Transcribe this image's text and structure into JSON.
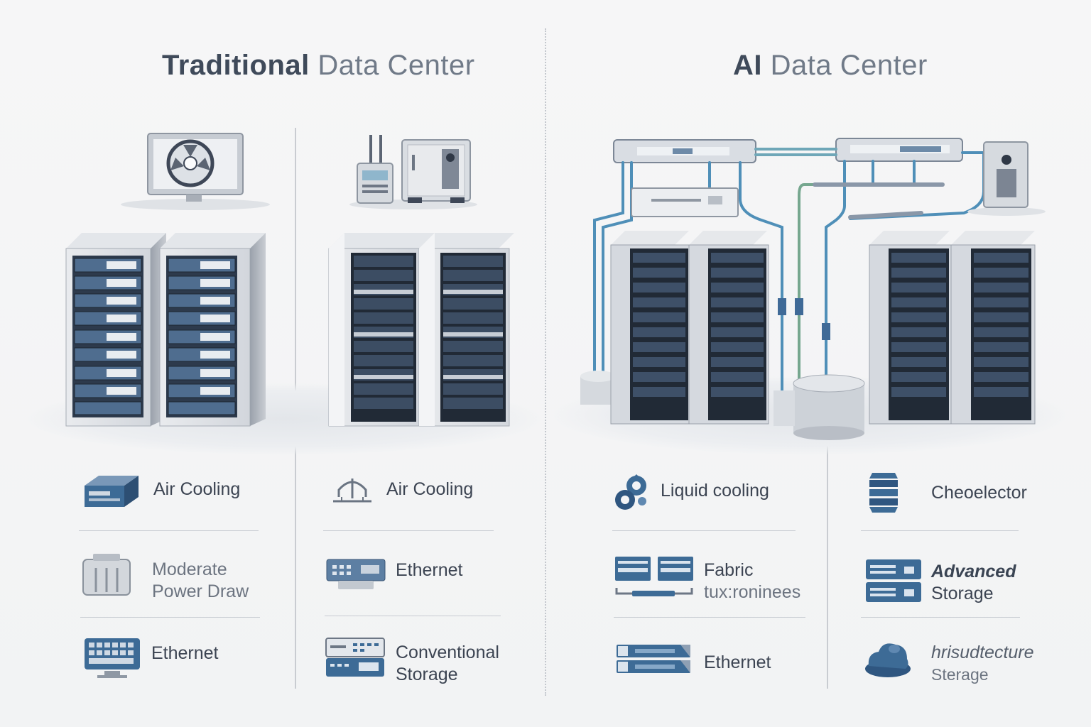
{
  "left_title": {
    "bold": "Traditional",
    "light": "Data Center"
  },
  "right_title": {
    "bold": "AI",
    "light": "Data Center"
  },
  "features": {
    "col1": [
      {
        "icon": "server-box-icon",
        "line1": "Air Cooling",
        "line2": ""
      },
      {
        "icon": "power-supply-icon",
        "line1": "Moderate",
        "line2": "Power Draw"
      },
      {
        "icon": "keyboard-terminal-icon",
        "line1": "Ethernet",
        "line2": ""
      }
    ],
    "col2": [
      {
        "icon": "air-vent-icon",
        "line1": "Air Cooling",
        "line2": ""
      },
      {
        "icon": "switch-icon",
        "line1": "Ethernet",
        "line2": ""
      },
      {
        "icon": "storage-unit-icon",
        "line1": "Conventional",
        "line2": "Storage"
      }
    ],
    "col3": [
      {
        "icon": "liquid-gears-icon",
        "line1": "Liquid   cooling",
        "line2": ""
      },
      {
        "icon": "fabric-network-icon",
        "line1": "Fabric",
        "line2": "tux:roninees"
      },
      {
        "icon": "ethernet-switch-icon",
        "line1": "Ethernet",
        "line2": ""
      }
    ],
    "col4": [
      {
        "icon": "chip-stack-icon",
        "line1": "Cheoelector",
        "line2": ""
      },
      {
        "icon": "advanced-storage-icon",
        "line1": "Advanced",
        "line2": "Storage"
      },
      {
        "icon": "cloud-storage-icon",
        "line1": "hrisudtecture",
        "line2": "Sterage"
      }
    ]
  },
  "colors": {
    "accent": "#3d6b96",
    "rack_dark": "#27313d",
    "rack_frame": "#c8ccd3",
    "pipe_blue": "#4f8fb8",
    "pipe_green": "#76a78f"
  }
}
